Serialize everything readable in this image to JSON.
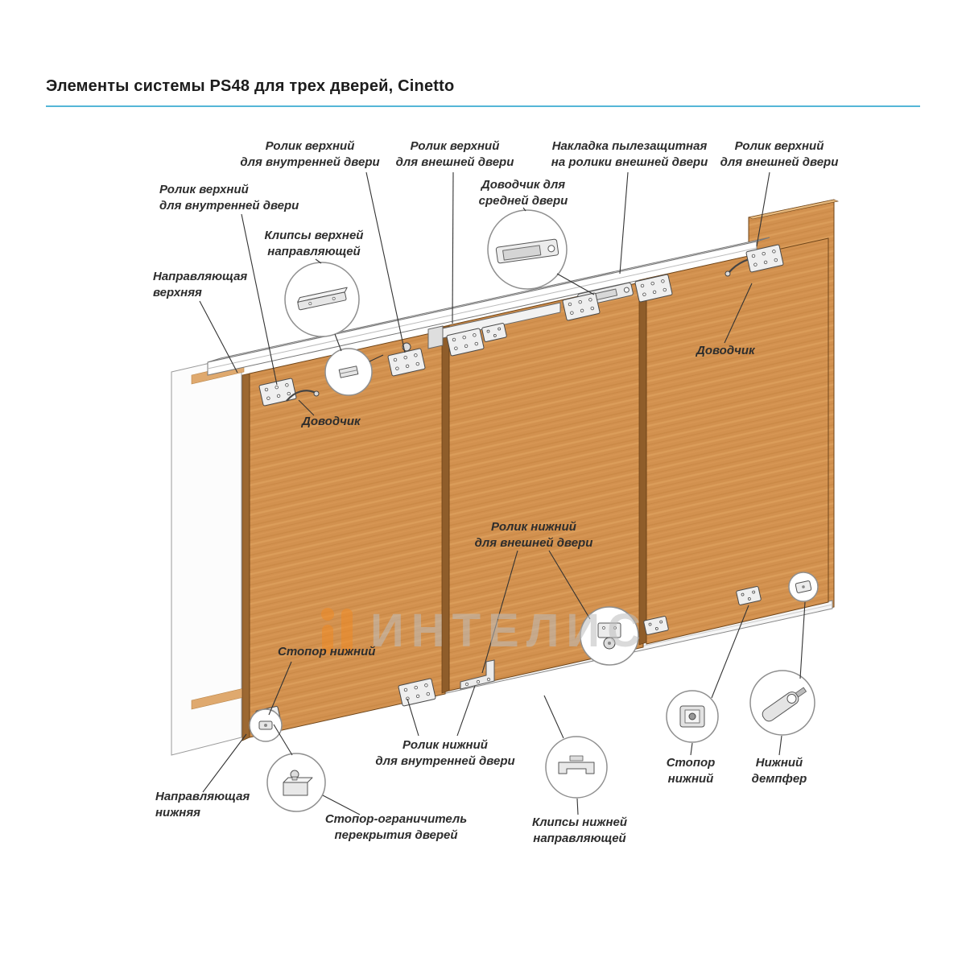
{
  "page": {
    "title": "Элементы системы PS48 для трех дверей, Cinetto"
  },
  "watermark": {
    "text": "ИНТЕЛИС"
  },
  "labels": {
    "roller_top_inner_a": "Ролик верхний\nдля внутренней двери",
    "roller_top_inner_b": "Ролик верхний\nдля внутренней двери",
    "clips_top": "Клипсы верхней\nнаправляющей",
    "guide_top": "Направляющая\nверхняя",
    "roller_top_outer_a": "Ролик верхний\nдля внешней двери",
    "closer_middle": "Доводчик для\nсредней двери",
    "dust_cover": "Накладка пылезащитная\nна ролики внешней двери",
    "roller_top_outer_b": "Ролик верхний\nдля внешней двери",
    "closer_right": "Доводчик",
    "closer_left": "Доводчик",
    "roller_bottom_outer": "Ролик нижний\nдля внешней двери",
    "stop_bottom_left": "Стопор нижний",
    "roller_bottom_inner": "Ролик нижний\nдля внутренней двери",
    "guide_bottom": "Направляющая\nнижняя",
    "stop_limiter": "Стопор-ограничитель\nперекрытия дверей",
    "clips_bottom": "Клипсы нижней\nнаправляющей",
    "stop_bottom_right": "Стопор\nнижний",
    "damper_bottom": "Нижний\nдемпфер"
  },
  "colors": {
    "divider": "#55b6d7",
    "wood": "#d2914f",
    "leader_line": "#333333",
    "watermark_gray": "#bdbdbd",
    "watermark_orange": "#f08a24"
  }
}
